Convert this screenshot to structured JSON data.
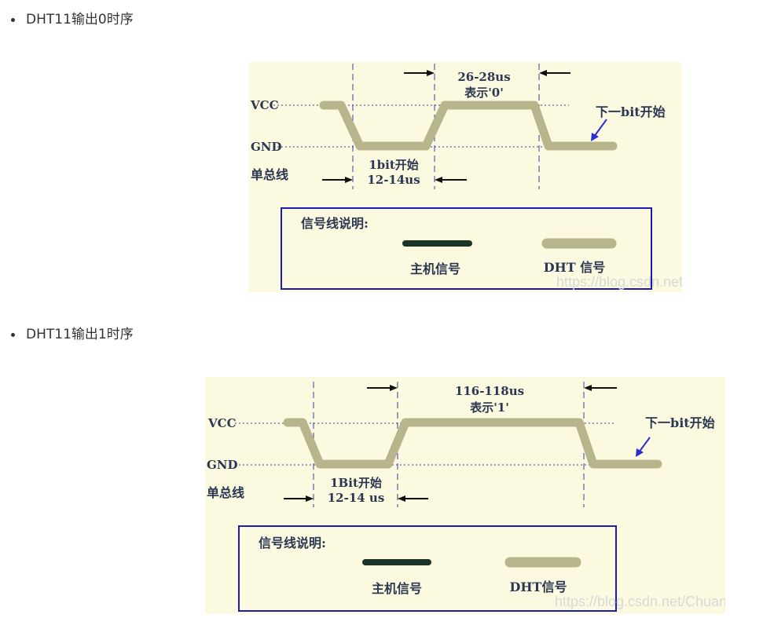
{
  "sections": [
    {
      "bullet": "DHT11输出0时序",
      "figure": {
        "vcc": "VCC",
        "gnd": "GND",
        "bus": "单总线",
        "duration_top": "26-28us",
        "meaning": "表示'0'",
        "bit_start": "1bit开始",
        "duration_bottom": "12-14us",
        "next_bit": "下一bit开始",
        "legend_title": "信号线说明:",
        "host_signal": "主机信号",
        "dht_signal": "DHT 信号",
        "watermark": "https://blog.csdn.net/Chuangke_"
      }
    },
    {
      "bullet": "DHT11输出1时序",
      "figure": {
        "vcc": "VCC",
        "gnd": "GND",
        "bus": "单总线",
        "duration_top": "116-118us",
        "meaning": "表示'1'",
        "bit_start": "1Bit开始",
        "duration_bottom": "12-14 us",
        "next_bit": "下一bit开始",
        "legend_title": "信号线说明:",
        "host_signal": "主机信号",
        "dht_signal": "DHT信号",
        "watermark": "https://blog.csdn.net/Chuangke_"
      }
    }
  ],
  "colors": {
    "panel_bg": "#fbfae0",
    "dht_line": "#b8b58c",
    "host_line": "#1a3428",
    "label_text": "#2c3650",
    "guide_line": "#3a3e9e",
    "legend_border": "#1c1cb0"
  }
}
